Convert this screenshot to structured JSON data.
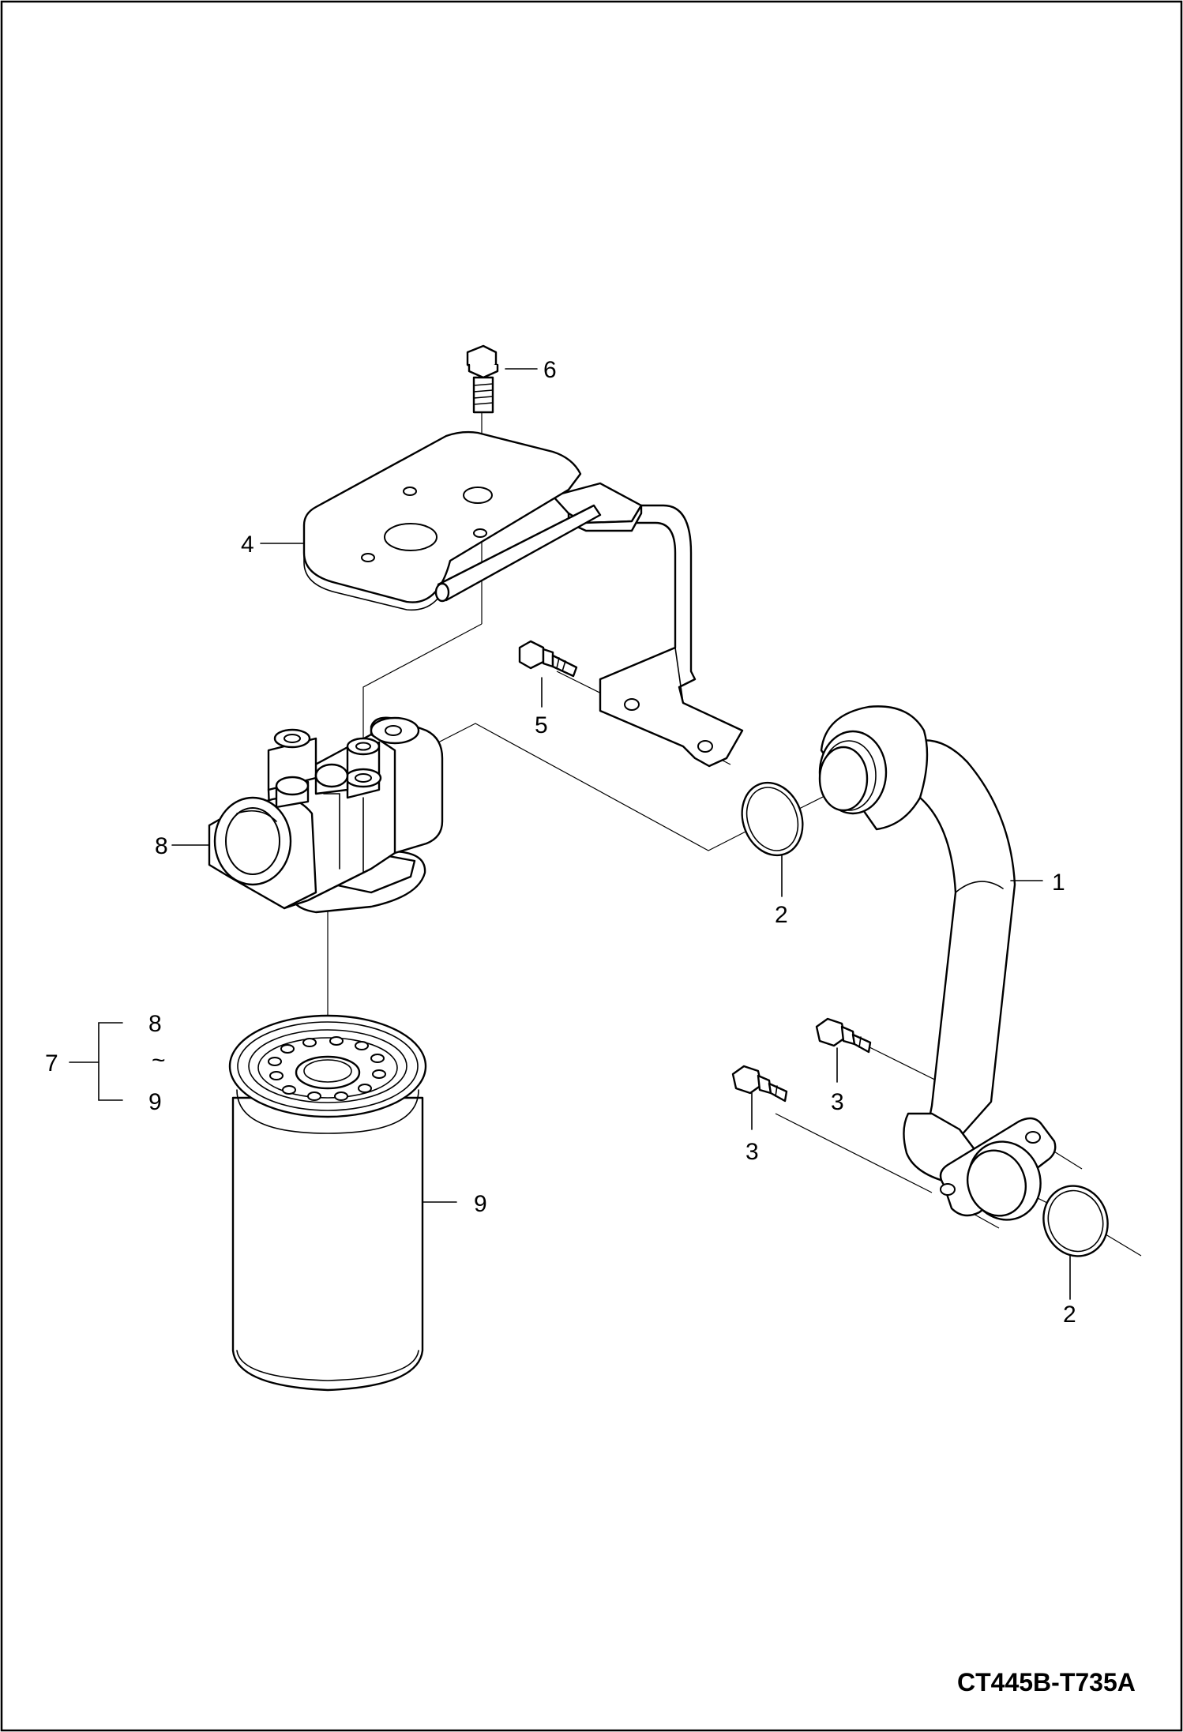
{
  "diagram": {
    "drawing_code": "CT445B-T735A",
    "callouts": {
      "pipe": "1",
      "oring_upper": "2",
      "oring_lower": "2",
      "bolt_flange_a": "3",
      "bolt_flange_b": "3",
      "bracket": "4",
      "bracket_bolt": "5",
      "head_bolt": "6",
      "assembly": "7",
      "head": "8",
      "filter": "9",
      "range_start": "8",
      "range_sep": "~",
      "range_end": "9"
    },
    "icons": [
      "frame",
      "bracket",
      "bolt",
      "filter-head",
      "filter-cartridge",
      "pipe",
      "o-ring",
      "flange"
    ]
  }
}
